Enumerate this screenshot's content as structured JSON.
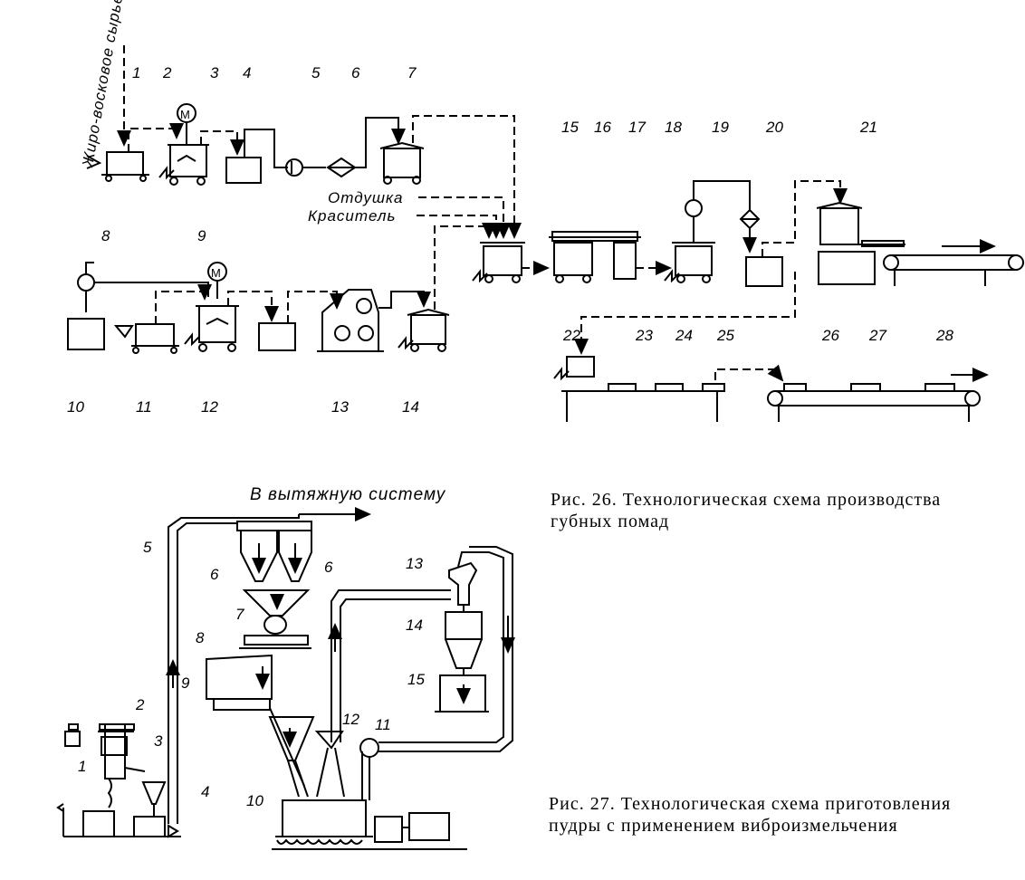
{
  "fig26": {
    "labels": {
      "raw_material": "Жиро-восковое сырье",
      "fragrance": "Отдушка",
      "dye": "Краситель",
      "motor": "М"
    },
    "numbers": [
      "1",
      "2",
      "3",
      "4",
      "5",
      "6",
      "7",
      "8",
      "9",
      "10",
      "11",
      "12",
      "13",
      "14",
      "15",
      "16",
      "17",
      "18",
      "19",
      "20",
      "21",
      "22",
      "23",
      "24",
      "25",
      "26",
      "27",
      "28"
    ],
    "caption": "Рис. 26. Технологическая схема производства губных помад"
  },
  "fig27": {
    "labels": {
      "exhaust": "В вытяжную систему"
    },
    "numbers": [
      "1",
      "2",
      "3",
      "4",
      "5",
      "6",
      "6",
      "7",
      "8",
      "9",
      "10",
      "11",
      "12",
      "13",
      "14",
      "15"
    ],
    "caption": "Рис. 27. Технологическая схема приготовления пудры с применением виброизмельчения"
  }
}
